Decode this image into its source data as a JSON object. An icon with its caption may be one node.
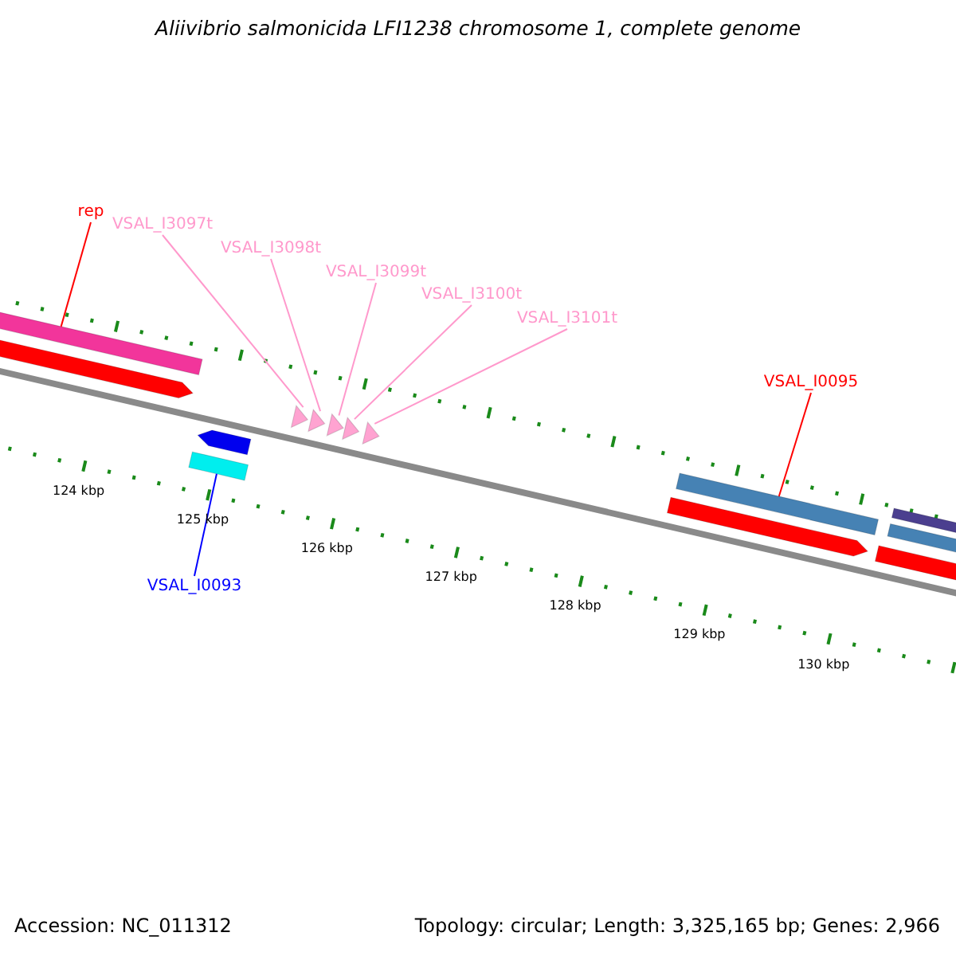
{
  "diagram": {
    "title": "Aliivibrio salmonicida LFI1238 chromosome 1, complete genome",
    "nodes": [
      {
        "text": [
          "rep"
        ]
      },
      {
        "text": [],
        "shape": "bar"
      },
      {
        "text": [
          "VSAL_I3097t"
        ]
      },
      {
        "text": [
          "VSAL_I3098t"
        ]
      },
      {
        "text": [
          "VSAL_I3099t"
        ]
      },
      {
        "text": [
          "VSAL_I3100t"
        ]
      },
      {
        "text": [
          "VSAL_I3101t"
        ]
      },
      {
        "text": [],
        "shape": "triangle"
      },
      {
        "text": [],
        "shape": "triangle"
      },
      {
        "text": [],
        "shape": "triangle"
      },
      {
        "text": [],
        "shape": "triangle"
      },
      {
        "text": [],
        "shape": "triangle"
      },
      {
        "text": [
          "VSAL_I0095"
        ]
      },
      {
        "text": [],
        "shape": "bar"
      },
      {
        "text": [
          "VSAL_I0093"
        ]
      },
      {
        "text": [],
        "shape": "bar"
      },
      {
        "text": [],
        "shape": "arrow"
      },
      {
        "text": [],
        "shape": "arrow"
      },
      {
        "text": [],
        "shape": "arrow"
      },
      {
        "text": [],
        "shape": "bar"
      }
    ],
    "edges": [
      {
        "from": 0,
        "to": 1,
        "arrow": "none",
        "color": "#ff0000"
      },
      {
        "from": 2,
        "to": 7,
        "arrow": "none"
      },
      {
        "from": 3,
        "to": 8,
        "arrow": "none"
      },
      {
        "from": 4,
        "to": 9,
        "arrow": "none"
      },
      {
        "from": 5,
        "to": 10,
        "arrow": "none"
      },
      {
        "from": 6,
        "to": 11,
        "arrow": "none"
      },
      {
        "from": 12,
        "to": 13,
        "arrow": "none",
        "color": "#ff0000"
      },
      {
        "from": 14,
        "to": 15,
        "arrow": "none",
        "color": "#0000ff"
      }
    ],
    "labels": [
      "124 kbp",
      "125 kbp",
      "126 kbp",
      "127 kbp",
      "128 kbp",
      "129 kbp",
      "130 kbp",
      "Accession: NC_011312",
      "Topology: circular; Length: 3,325,165 bp; Genes: 2,966"
    ]
  }
}
